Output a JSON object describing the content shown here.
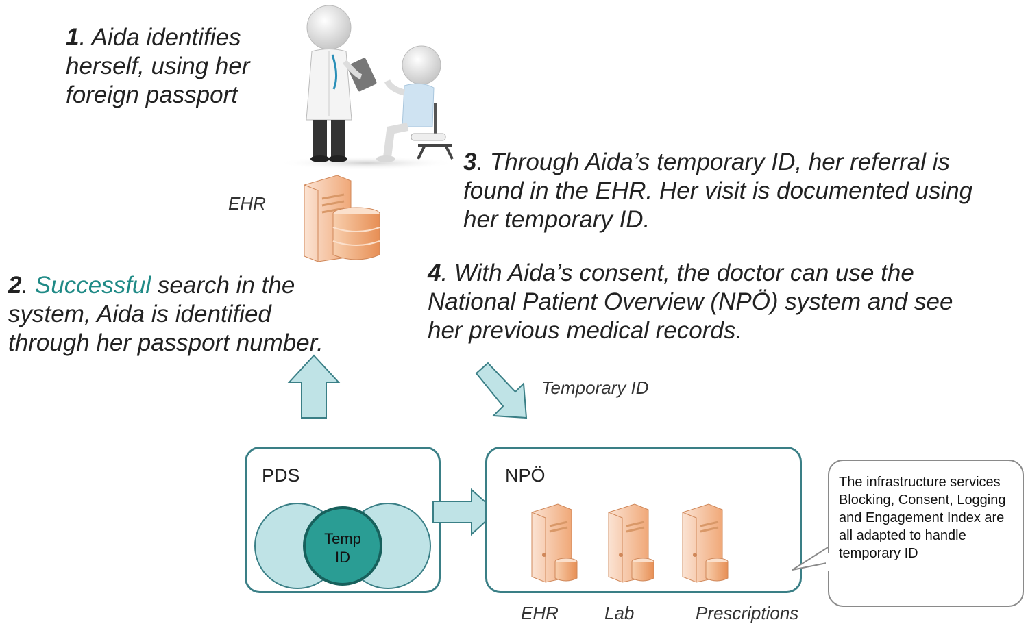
{
  "steps": {
    "s1": {
      "num": "1",
      "text": ". Aida identifies herself, using her foreign passport"
    },
    "s2": {
      "num": "2",
      "sep": ". ",
      "highlight": "Successful",
      "text": " search in the system, Aida is identified through her passport number."
    },
    "s3": {
      "num": "3",
      "text": ". Through Aida’s temporary ID, her referral is found in the EHR. Her visit is documented using her temporary ID."
    },
    "s4": {
      "num": "4",
      "text": ". With Aida’s consent, the doctor can use the National Patient Overview (NPÖ) system and see her previous medical records."
    }
  },
  "labels": {
    "ehr_top": "EHR",
    "temporary_id": "Temporary ID",
    "ehr_bottom": "EHR",
    "lab": "Lab",
    "prescriptions": "Prescriptions"
  },
  "pds": {
    "title": "PDS",
    "temp_line1": "Temp",
    "temp_line2": "ID"
  },
  "npo": {
    "title": "NPÖ"
  },
  "callout": {
    "text": "The infrastructure services Blocking, Consent, Logging and Engagement Index are all adapted to handle temporary ID"
  },
  "colors": {
    "teal_accent": "#1f8a86",
    "box_border": "#3a7f86",
    "arrow_fill": "#bfe3e6",
    "circle_light": "#bfe3e6",
    "circle_dark": "#2a9d94",
    "server_orange": "#f0a878"
  }
}
